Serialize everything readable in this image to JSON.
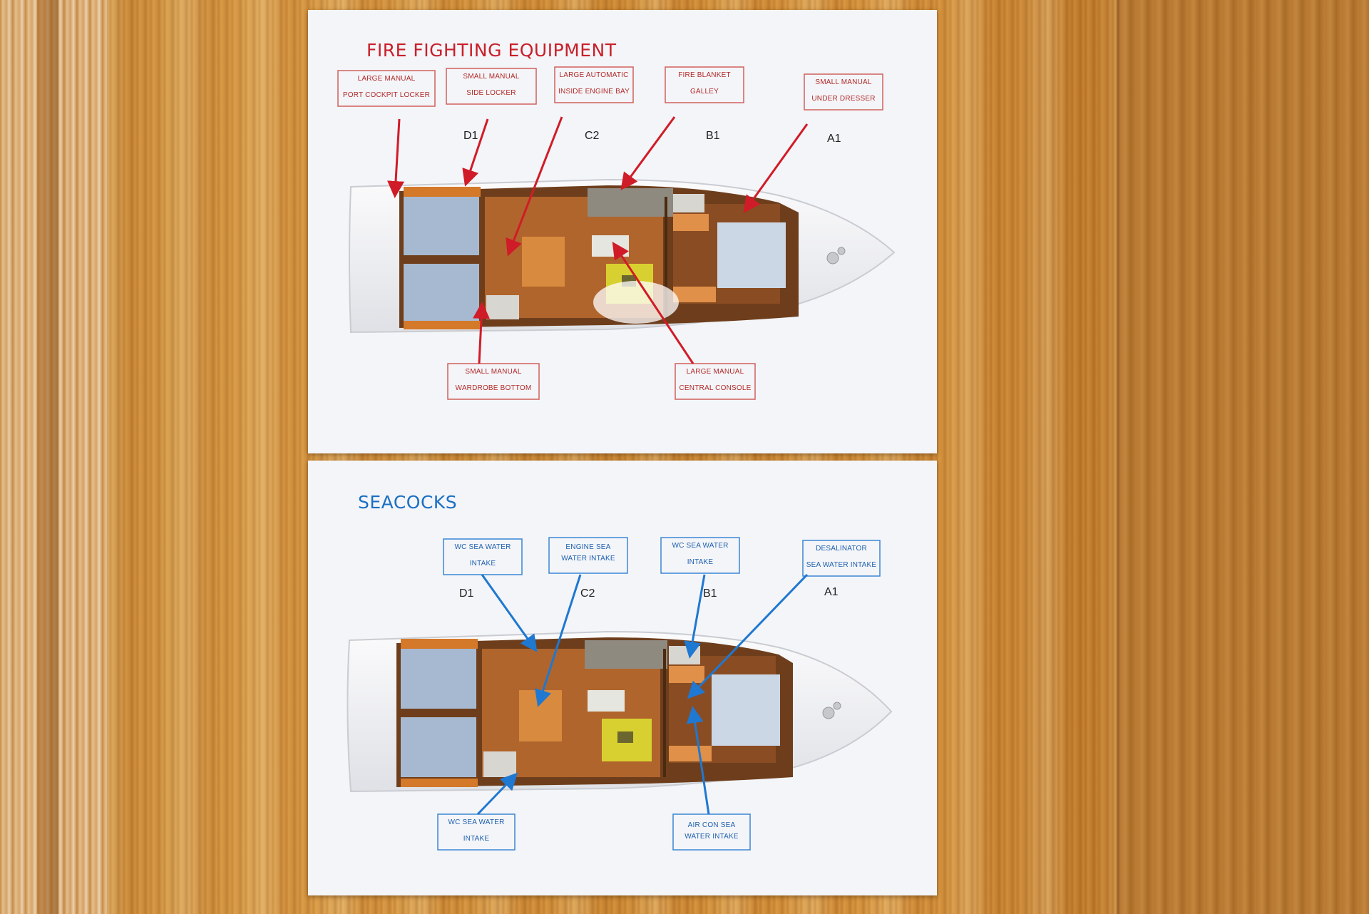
{
  "fire": {
    "title": "FIRE FIGHTING EQUIPMENT",
    "labels": [
      {
        "l1": "LARGE MANUAL",
        "l2": "PORT COCKPIT LOCKER"
      },
      {
        "l1": "SMALL MANUAL",
        "l2": "SIDE LOCKER"
      },
      {
        "l1": "LARGE AUTOMATIC",
        "l2": "INSIDE ENGINE BAY"
      },
      {
        "l1": "FIRE BLANKET",
        "l2": "GALLEY"
      },
      {
        "l1": "SMALL MANUAL",
        "l2": "UNDER DRESSER"
      },
      {
        "l1": "SMALL MANUAL",
        "l2": "WARDROBE BOTTOM"
      },
      {
        "l1": "LARGE MANUAL",
        "l2": "CENTRAL CONSOLE"
      }
    ],
    "zones": [
      "D1",
      "C2",
      "B1",
      "A1"
    ]
  },
  "seacocks": {
    "title": "SEACOCKS",
    "labels": [
      {
        "l1": "WC SEA WATER",
        "l2": "INTAKE"
      },
      {
        "l1": "ENGINE SEA",
        "l2": "WATER INTAKE"
      },
      {
        "l1": "WC SEA WATER",
        "l2": "INTAKE"
      },
      {
        "l1": "DESALINATOR",
        "l2": "SEA WATER INTAKE"
      },
      {
        "l1": "WC SEA WATER",
        "l2": "INTAKE"
      },
      {
        "l1": "AIR CON SEA",
        "l2": "WATER INTAKE"
      }
    ],
    "zones": [
      "D1",
      "C2",
      "B1",
      "A1"
    ]
  },
  "colors": {
    "fire_accent": "#d01c28",
    "seacock_accent": "#1f78d1",
    "wood": "#cf8c36"
  }
}
